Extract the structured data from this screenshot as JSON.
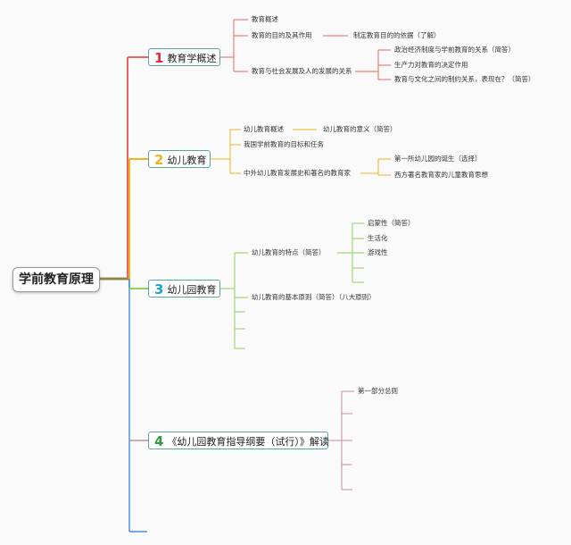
{
  "root": {
    "label": "学前教育原理"
  },
  "branches": [
    {
      "number": "1",
      "label": "教育学概述",
      "color": "#e9675e",
      "children": [
        {
          "label": "教育概述"
        },
        {
          "label": "教育的目的及其作用",
          "child": "制定教育目的的依据（了解）"
        },
        {
          "label": "教育与社会发展及人的发展的关系",
          "children": [
            "政治经济制度与学前教育的关系（简答）",
            "生产力对教育的决定作用",
            "教育与文化之间的制约关系，表现在？（简答）"
          ]
        }
      ]
    },
    {
      "number": "2",
      "label": "幼儿教育",
      "color": "#f0b21d",
      "children": [
        {
          "label": "幼儿教育概述",
          "child": "幼儿教育的意义（简答）"
        },
        {
          "label": "我国学前教育的目标和任务"
        },
        {
          "label": "中外幼儿教育发展史和著名的教育家",
          "children": [
            "第一所幼儿园的诞生（选择）",
            "西方著名教育家的儿童教育思想"
          ]
        }
      ]
    },
    {
      "number": "3",
      "label": "幼儿园教育",
      "color": "#8fd35a",
      "children": [
        {
          "label": "幼儿教育的特点（简答）",
          "children": [
            "启蒙性（简答）",
            "生活化",
            "游戏性"
          ]
        },
        {
          "label": "幼儿教育的基本原则（简答）（八大原则）"
        }
      ]
    },
    {
      "number": "4",
      "label": "《幼儿园教育指导纲要（试行）》解读",
      "color": "#c88aa0",
      "children": [
        {
          "label": "第一部分总则"
        }
      ]
    }
  ],
  "colors": {
    "trunk_blue": "#4a90e2",
    "root_stem": "#8c8c4a",
    "box_border": "#5aa5a0"
  }
}
